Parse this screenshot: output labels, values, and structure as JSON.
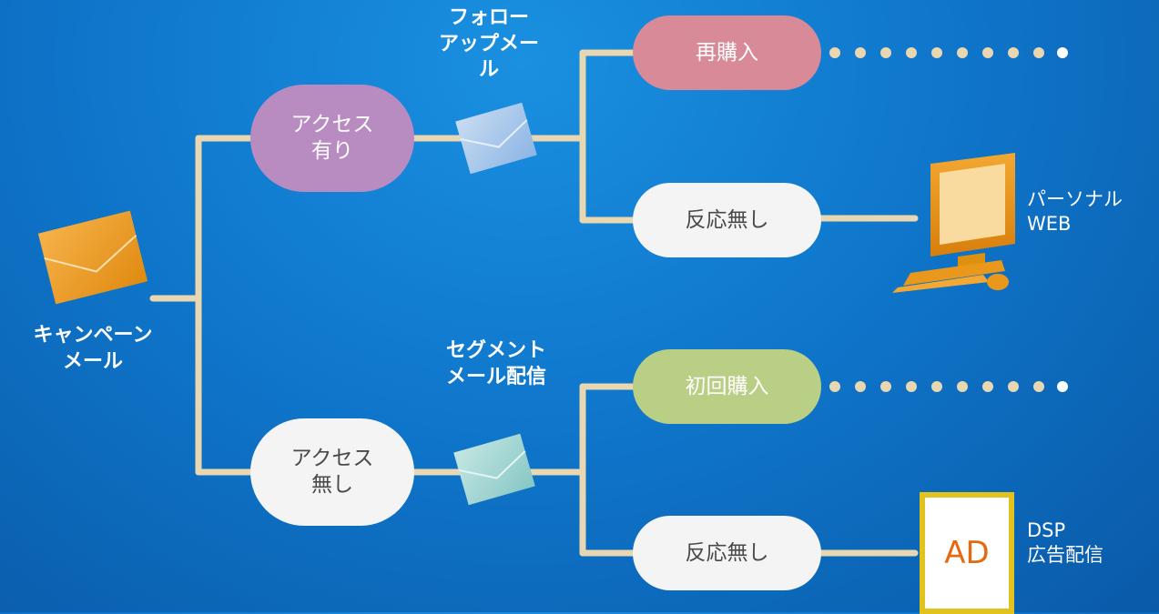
{
  "root": {
    "label": "キャンペーン\nメール",
    "icon": "envelope-icon"
  },
  "branch_labels": {
    "followup": "フォロー\nアップメー\nル",
    "segment": "セグメント\nメール配信"
  },
  "nodes": {
    "access_yes": "アクセス\n有り",
    "access_no": "アクセス\n無し",
    "repurchase": "再購入",
    "no_response_top": "反応無し",
    "first_purchase": "初回購入",
    "no_response_bottom": "反応無し"
  },
  "outputs": {
    "personal_web": "パーソナル\nWEB",
    "dsp_ad": "DSP\n広告配信",
    "ad_text": "AD"
  },
  "icons": [
    "envelope-icon",
    "computer-icon",
    "ad-banner-icon"
  ],
  "colors": {
    "background": "#0f77cc",
    "connector": "#e8d7b0",
    "access_yes": "#b88cc0",
    "repurchase": "#d98a98",
    "first_purchase": "#b9cf86",
    "neutral": "#f4f4f4",
    "ad_border": "#e2c21c",
    "ad_text": "#e46a12"
  }
}
